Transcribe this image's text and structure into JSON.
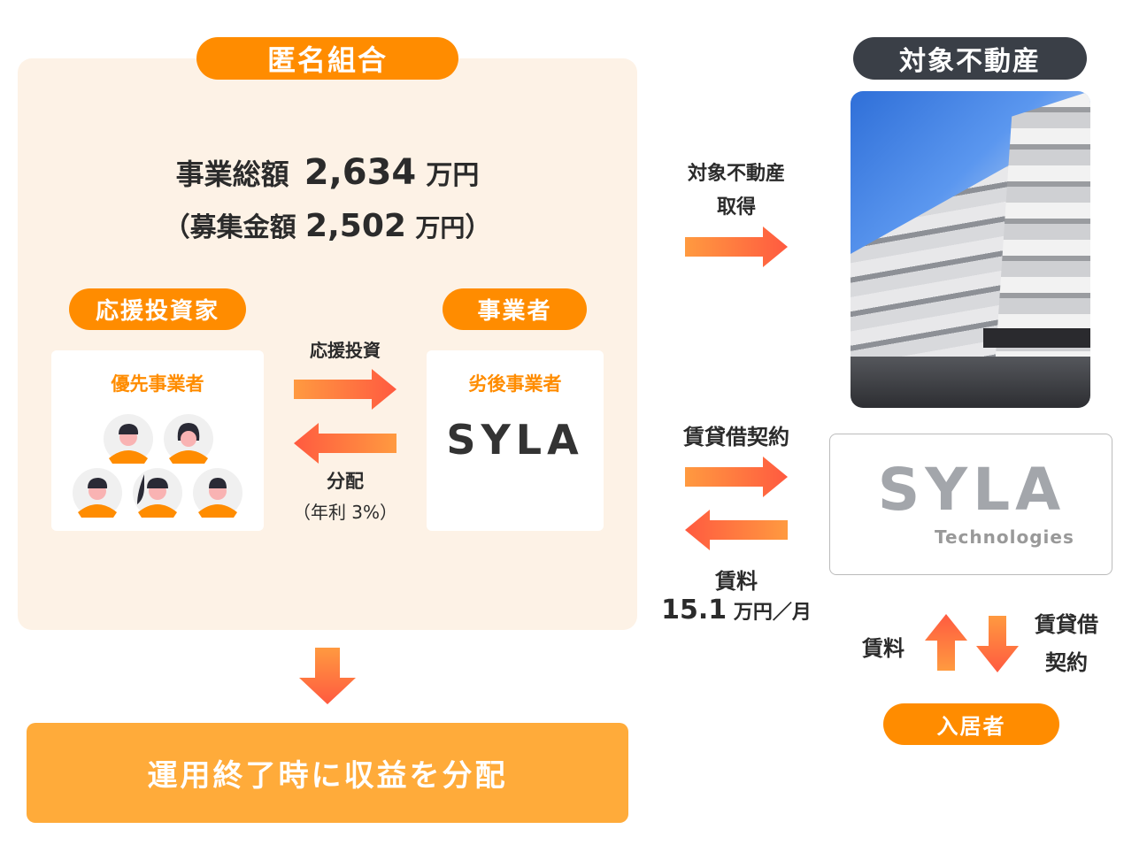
{
  "fund": {
    "title": "匿名組合",
    "total_label": "事業総額",
    "total_value": "2,634",
    "total_unit": "万円",
    "raise_open": "（募集金額",
    "raise_value": "2,502",
    "raise_unit": "万円",
    "raise_close": "）",
    "investor_pill": "応援投資家",
    "operator_pill": "事業者",
    "senior_label": "優先事業者",
    "junior_label": "劣後事業者",
    "junior_logo": "SYLA",
    "invest_arrow_label": "応援投資",
    "dist_arrow_label": "分配",
    "dist_rate": "（年利 3%）",
    "bottom_banner": "運用終了時に収益を分配"
  },
  "property": {
    "title": "対象不動産",
    "acquire_label_1": "対象不動産",
    "acquire_label_2": "取得",
    "lease_label": "賃貸借契約",
    "rent_label": "賃料",
    "rent_value": "15.1",
    "rent_unit": "万円／月",
    "tech_logo": "SYLA",
    "tech_logo_sub": "Technologies",
    "tenant_rent_label": "賃料",
    "tenant_lease_1": "賃貸借",
    "tenant_lease_2": "契約",
    "tenant_pill": "入居者"
  },
  "colors": {
    "orange": "#ff8c00",
    "banner": "#ffab3a",
    "panel": "#fdf2e6",
    "dark": "#3a3f47",
    "arrow_start": "#ff9a40",
    "arrow_end": "#ff5a40"
  }
}
